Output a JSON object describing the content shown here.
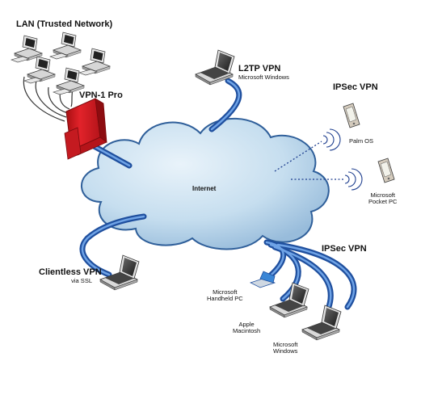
{
  "labels": {
    "lan_title": "LAN (Trusted Network)",
    "vpn1_pro": "VPN-1 Pro",
    "l2tp_title": "L2TP VPN",
    "l2tp_sub": "Microsoft Windows",
    "ipsec_top": "IPSec VPN",
    "palm_os": "Palm OS",
    "pocket_pc_line1": "Microsoft",
    "pocket_pc_line2": "Pocket PC",
    "internet": "Internet",
    "ipsec_bottom": "IPSec VPN",
    "clientless_title": "Clientless VPN",
    "clientless_sub": "via SSL",
    "handheld_line1": "Microsoft",
    "handheld_line2": "Handheld PC",
    "apple_line1": "Apple",
    "apple_line2": "Macintosh",
    "mswin_line1": "Microsoft",
    "mswin_line2": "Windows"
  },
  "colors": {
    "tube_dark": "#1f4f9e",
    "tube_light": "#6fa3e6",
    "cloud_fill": "#c6deef",
    "cloud_edge": "#2f5f9a",
    "firewall": "#d8191d",
    "dotted_link": "#1f3f8f"
  }
}
